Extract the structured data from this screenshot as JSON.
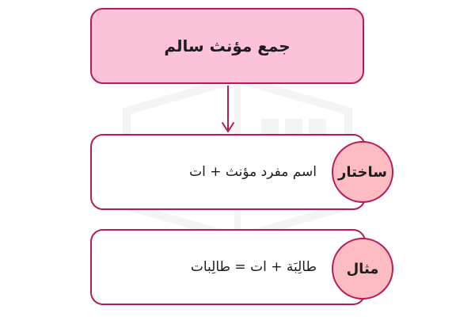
{
  "colors": {
    "accent_border": "#b71b57",
    "title_fill": "#fcc2da",
    "badge_fill": "#fdbcc2",
    "row_fill": "#ffffff"
  },
  "watermark_icon": "book-logo-icon",
  "title": "جمع مؤنث سالم",
  "rows": [
    {
      "badge": "ساختار",
      "text": "اسم مفرد مؤنث + ات"
    },
    {
      "badge": "مثال",
      "text": "طالِبَة + ات = طالِبات"
    }
  ]
}
